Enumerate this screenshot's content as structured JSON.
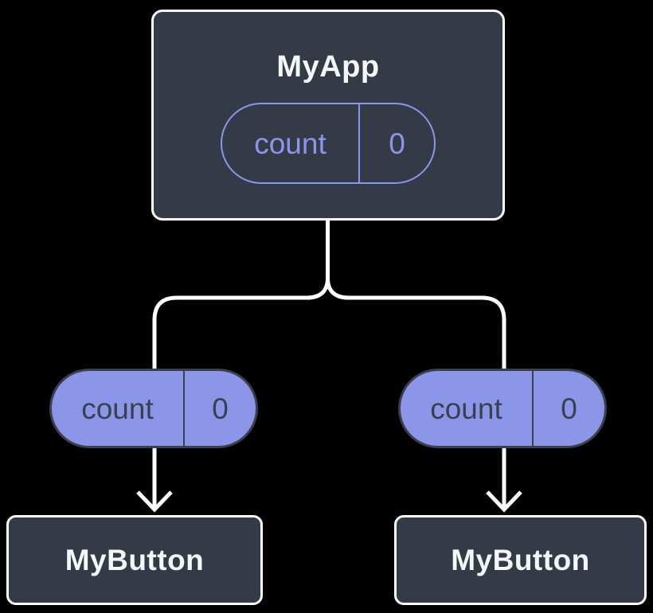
{
  "diagram": {
    "type": "component-tree",
    "colors": {
      "bg": "#000000",
      "card_fill": "#343B46",
      "card_border": "#FFFFFF",
      "card_text": "#F6F7F9",
      "pill_outline": "#8B95EE",
      "pill_fill": "#8C96E9",
      "pill_dark": "#3A414E",
      "connector": "#FFFFFF"
    },
    "root": {
      "title": "MyApp",
      "state": {
        "name": "count",
        "value": "0"
      }
    },
    "children": [
      {
        "title": "MyButton",
        "prop": {
          "name": "count",
          "value": "0"
        }
      },
      {
        "title": "MyButton",
        "prop": {
          "name": "count",
          "value": "0"
        }
      }
    ]
  }
}
